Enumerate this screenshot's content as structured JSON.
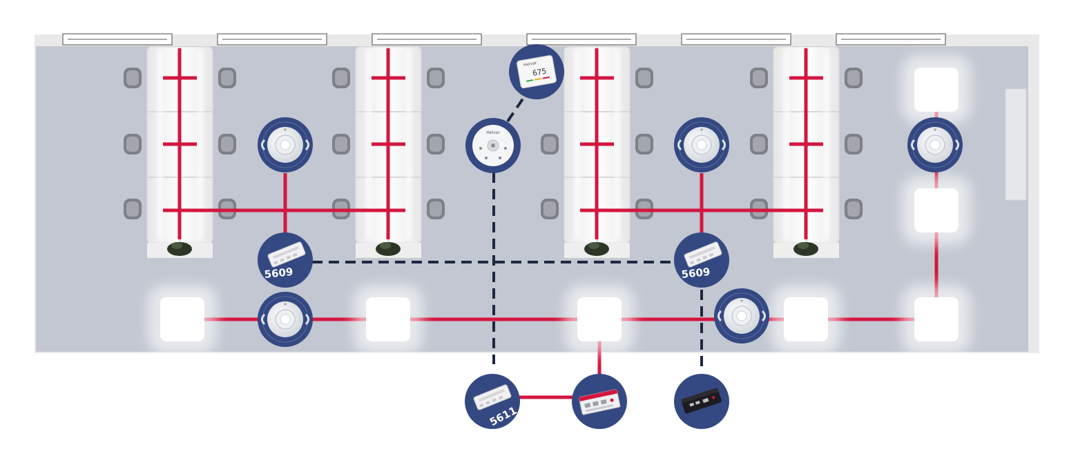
{
  "diagram": {
    "colors": {
      "floor": "#c2c7d1",
      "wall": "#e9e9e9",
      "node_fill": "#344882",
      "bus_wire": "#d4163f",
      "network_wire": "#1e2740",
      "desk": "#f6f6f6",
      "panel": "#ffffff"
    },
    "devices": {
      "controller_a": {
        "label": "5609",
        "icon": "led-controller-icon"
      },
      "controller_b": {
        "label": "5609",
        "icon": "led-controller-icon"
      },
      "controller_c": {
        "label": "5611",
        "icon": "led-controller-icon"
      },
      "sensors": {
        "icon": "motion-sensor-icon"
      },
      "gateway": {
        "icon": "gateway-module-icon"
      },
      "network_box": {
        "icon": "network-box-icon"
      },
      "room_display": {
        "icon": "room-display-icon",
        "brand": "Helvar",
        "reading": "675"
      },
      "central_sensor": {
        "icon": "multi-sensor-icon",
        "brand": "Helvar"
      }
    }
  }
}
